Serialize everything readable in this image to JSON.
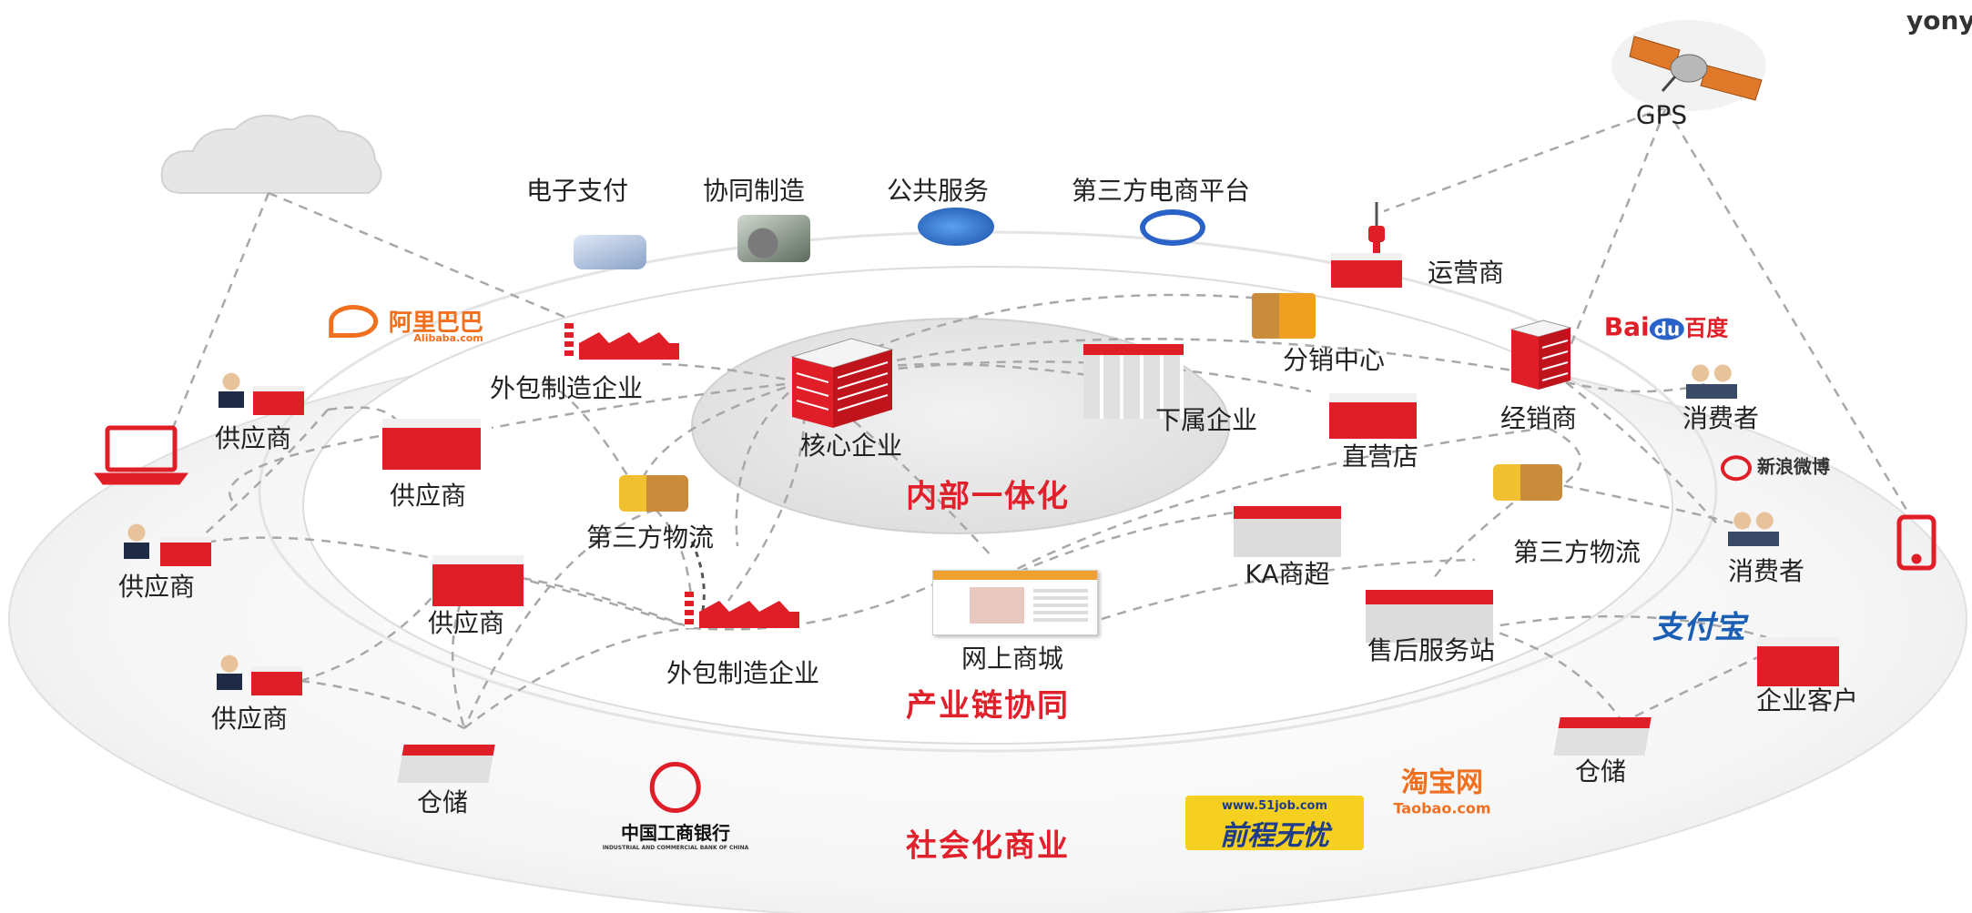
{
  "corner_text": "yony",
  "zones": {
    "inner": "内部一体化",
    "middle": "产业链协同",
    "outer": "社会化商业"
  },
  "services": {
    "payment": "电子支付",
    "manufacturing": "协同制造",
    "public": "公共服务",
    "ecommerce": "第三方电商平台"
  },
  "nodes": {
    "gps": "GPS",
    "operator": "运营商",
    "core": "核心企业",
    "subsidiary": "下属企业",
    "distribution": "分销中心",
    "direct_store": "直营店",
    "dealer": "经销商",
    "consumer_a": "消费者",
    "consumer_b": "消费者",
    "outsource_a": "外包制造企业",
    "outsource_b": "外包制造企业",
    "supplier_inner_a": "供应商",
    "supplier_inner_b": "供应商",
    "supplier_outer_a": "供应商",
    "supplier_outer_b": "供应商",
    "supplier_outer_c": "供应商",
    "logistics_left": "第三方物流",
    "logistics_right": "第三方物流",
    "online_mall": "网上商城",
    "ka": "KA商超",
    "after_sales": "售后服务站",
    "enterprise_customer": "企业客户",
    "warehouse_left": "仓储",
    "warehouse_right": "仓储"
  },
  "brands": {
    "alibaba": "阿里巴巴",
    "alibaba_en": "Alibaba.com",
    "baidu_en": "Bai",
    "baidu_du": "du",
    "baidu_cn": "百度",
    "weibo": "新浪微博",
    "alipay": "支付宝",
    "taobao": "淘宝网",
    "taobao_en": "Taobao.com",
    "icbc": "中国工商银行",
    "icbc_en": "INDUSTRIAL AND COMMERCIAL BANK OF CHINA",
    "job51_url": "www.51job.com",
    "job51": "前程无忧"
  },
  "colors": {
    "accent": "#e0202a",
    "outer_ring": "#f3f3f3",
    "middle_ring": "#ffffff",
    "inner_ring": "#e6e6e6",
    "connector": "#a8a8a8"
  }
}
